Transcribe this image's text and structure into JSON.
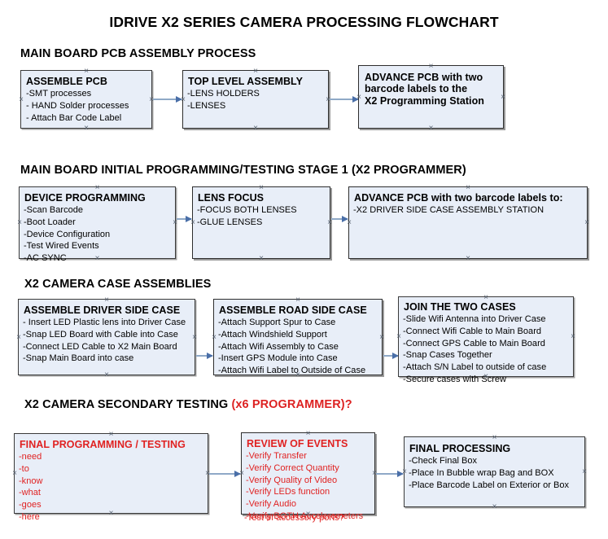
{
  "document": {
    "title": "IDRIVE X2  SERIES CAMERA PROCESSING FLOWCHART"
  },
  "colors": {
    "node_fill": "#e8eef8",
    "node_border": "#3a3a3a",
    "connector": "#8fa9c7",
    "arrow_head": "#4a6fa8",
    "accent_red": "#e02222",
    "text": "#000000"
  },
  "sections": [
    {
      "id": "main-board-pcb-assembly-process",
      "heading": "MAIN BOARD PCB ASSEMBLY PROCESS",
      "heading_accent": "",
      "nodes": [
        {
          "id": "assemble-pcb",
          "title": "ASSEMBLE PCB",
          "title_lines": [
            "ASSEMBLE PCB"
          ],
          "lines": [
            "-SMT processes",
            "- HAND Solder processes",
            "- Attach Bar Code Label"
          ]
        },
        {
          "id": "top-level-assembly",
          "title": "TOP LEVEL ASSEMBLY",
          "title_lines": [
            "TOP LEVEL ASSEMBLY"
          ],
          "lines": [
            "-LENS HOLDERS",
            "-LENSES"
          ]
        },
        {
          "id": "advance-pcb-to-x2-programming-station",
          "title": "ADVANCE PCB with two",
          "title_lines": [
            "ADVANCE PCB with two",
            "barcode labels to the",
            " X2 Programming Station"
          ],
          "lines": []
        }
      ]
    },
    {
      "id": "main-board-initial-programming-testing-stage-1",
      "heading": "MAIN BOARD INITIAL PROGRAMMING/TESTING STAGE 1 (X2 PROGRAMMER)",
      "heading_accent": "",
      "nodes": [
        {
          "id": "device-programming",
          "title": "DEVICE PROGRAMMING",
          "title_lines": [
            "DEVICE PROGRAMMING"
          ],
          "lines": [
            "-Scan Barcode",
            "-Boot Loader",
            "-Device Configuration",
            "-Test Wired Events",
            "-AC SYNC"
          ]
        },
        {
          "id": "lens-focus",
          "title": "LENS FOCUS",
          "title_lines": [
            "LENS FOCUS"
          ],
          "lines": [
            "-FOCUS BOTH LENSES",
            "-GLUE LENSES"
          ]
        },
        {
          "id": "advance-pcb-to-driver-side-case-assembly-station",
          "title": "ADVANCE PCB with two barcode labels to:",
          "title_lines": [
            "ADVANCE PCB with two barcode labels to:"
          ],
          "lines": [
            "-X2 DRIVER  SIDE  CASE  ASSEMBLY STATION"
          ]
        }
      ]
    },
    {
      "id": "x2-camera-case-assemblies",
      "heading": "X2 CAMERA CASE ASSEMBLIES",
      "heading_accent": "",
      "nodes": [
        {
          "id": "assemble-driver-side-case",
          "title": "ASSEMBLE DRIVER SIDE CASE",
          "title_lines": [
            "ASSEMBLE DRIVER SIDE CASE"
          ],
          "lines": [
            "- Insert LED Plastic lens into Driver Case",
            "-Snap LED Board with Cable into Case",
            "-Connect LED Cable to X2 Main Board",
            "-Snap Main Board into case"
          ]
        },
        {
          "id": "assemble-road-side-case",
          "title": "ASSEMBLE ROAD SIDE CASE",
          "title_lines": [
            "ASSEMBLE ROAD SIDE CASE"
          ],
          "lines": [
            "-Attach Support Spur to Case",
            "-Attach Windshield Support",
            "-Attach Wifi Assembly to Case",
            "-Insert GPS Module into Case",
            "-Attach Wifi Label to Outside of Case"
          ]
        },
        {
          "id": "join-the-two-cases",
          "title": "JOIN THE TWO CASES",
          "title_lines": [
            "JOIN THE TWO CASES"
          ],
          "lines": [
            "-Slide Wifi Antenna into Driver Case",
            "-Connect Wifi Cable to Main Board",
            "-Connect GPS Cable to Main Board",
            "-Snap Cases Together",
            "-Attach S/N Label to outside of case",
            "-Secure cases with Screw"
          ]
        }
      ]
    },
    {
      "id": "x2-camera-secondary-testing",
      "heading": "X2 CAMERA SECONDARY TESTING ",
      "heading_accent": "(x6 PROGRAMMER)?",
      "nodes": [
        {
          "id": "final-programming-testing",
          "title": "FINAL PROGRAMMING / TESTING",
          "title_lines": [
            "FINAL PROGRAMMING / TESTING"
          ],
          "lines": [
            "-need",
            "-to",
            "-know",
            "-what",
            "-goes",
            "-here"
          ]
        },
        {
          "id": "review-of-events",
          "title": "REVIEW OF EVENTS",
          "title_lines": [
            "REVIEW OF EVENTS"
          ],
          "lines": [
            "-Verify Transfer",
            "-Verify Correct Quantity",
            "-Verify Quality of Video",
            "-Verify LEDs function",
            "-Verify Audio",
            "-Verify BOTH Accelerometers"
          ],
          "overflow_line": "-Test of accessory ports?"
        },
        {
          "id": "final-processing",
          "title": "FINAL PROCESSING",
          "title_lines": [
            "FINAL PROCESSING"
          ],
          "lines": [
            " -Check Final Box",
            "-Place In Bubble wrap Bag and BOX",
            "-Place Barcode Label on Exterior or Box"
          ]
        }
      ]
    }
  ]
}
